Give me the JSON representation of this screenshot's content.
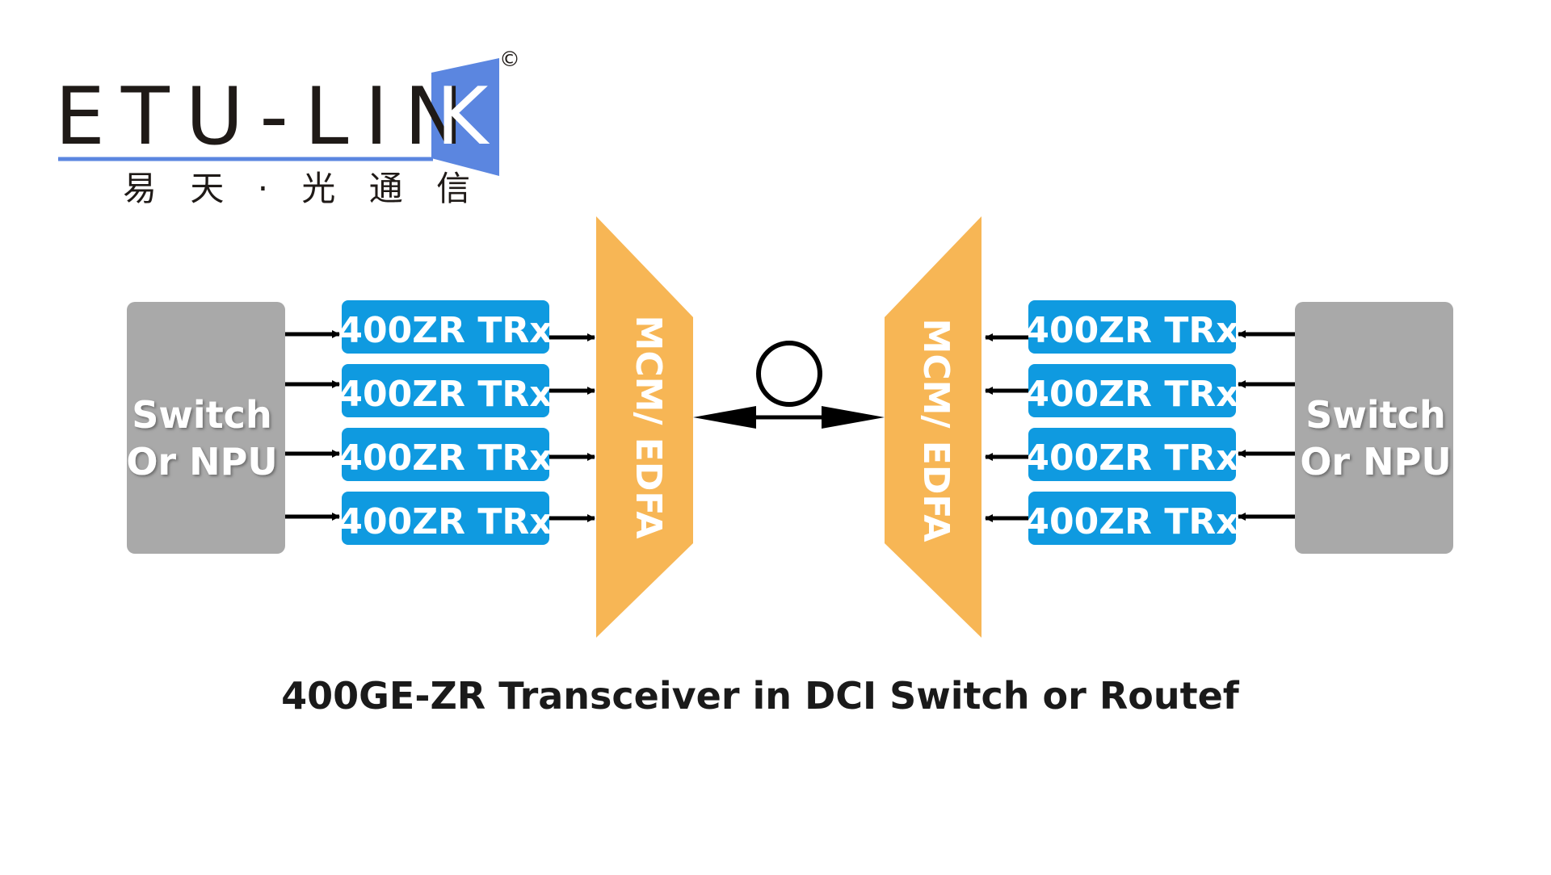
{
  "logo": {
    "wordmark": "ETU-LINK",
    "wordmark_left": "ETU-LIN",
    "wordmark_k": "K",
    "copyright_mark": "©",
    "chinese_tagline": "易 天 · 光 通 信"
  },
  "diagram": {
    "left_host_label_1": "Switch",
    "left_host_label_2": "Or NPU",
    "right_host_label_1": "Switch",
    "right_host_label_2": "Or NPU",
    "left_transceivers": [
      "400ZR TRx",
      "400ZR TRx",
      "400ZR TRx",
      "400ZR TRx"
    ],
    "right_transceivers": [
      "400ZR TRx",
      "400ZR TRx",
      "400ZR TRx",
      "400ZR TRx"
    ],
    "left_mux_label": "MCM/ EDFA",
    "right_mux_label": "MCM/ EDFA",
    "caption": "400GE-ZR Transceiver in DCI Switch or Routef"
  },
  "colors": {
    "host_gray": "#a9a9a9",
    "trx_blue": "#0f9ae0",
    "mux_orange": "#f7b655",
    "logo_blue": "#5b86e0",
    "text_dark": "#1a1a1a"
  }
}
